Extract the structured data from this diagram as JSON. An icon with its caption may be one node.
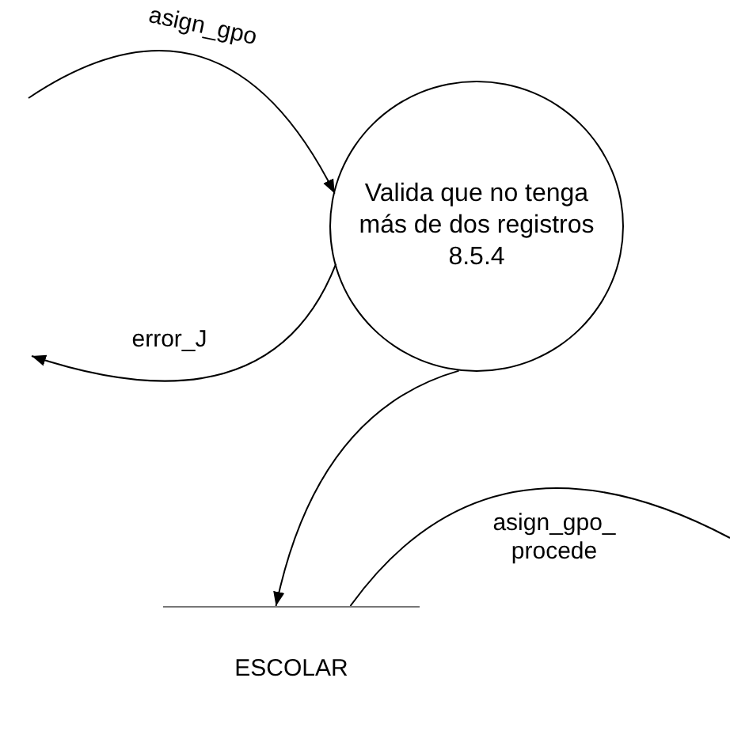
{
  "diagram": {
    "nodes": [
      {
        "text": [
          "Valida que no tenga más de dos registros 8.5.4"
        ]
      },
      {
        "text": [
          "ESCOLAR"
        ]
      }
    ],
    "edges": [
      {
        "from": null,
        "to": 0,
        "arrow": "to",
        "label": "asign_gpo"
      },
      {
        "from": 0,
        "to": null,
        "arrow": "to",
        "label": "error_J"
      },
      {
        "from": 0,
        "to": 1,
        "arrow": "to"
      },
      {
        "from": 1,
        "to": null,
        "arrow": "none",
        "label": "asign_gpo_ procede"
      }
    ]
  }
}
